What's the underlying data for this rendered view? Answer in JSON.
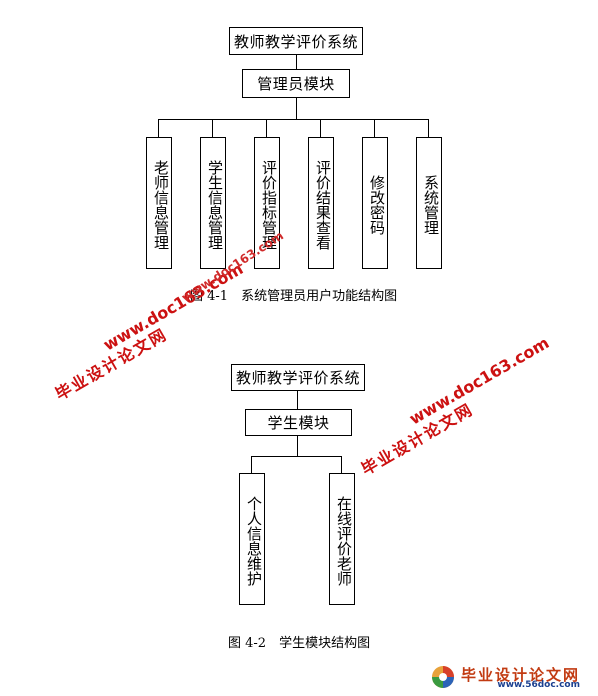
{
  "diagram1": {
    "root": "教师教学评价系统",
    "module": "管理员模块",
    "children": [
      "老师信息管理",
      "学生信息管理",
      "评价指标管理",
      "评价结果查看",
      "修改密码",
      "系统管理"
    ],
    "caption": "图 4-1　系统管理员用户功能结构图"
  },
  "diagram2": {
    "root": "教师教学评价系统",
    "module": "学生模块",
    "children": [
      "个人信息维护",
      "在线评价老师"
    ],
    "caption": "图 4-2　学生模块结构图"
  },
  "watermarks": {
    "cn": "毕业设计论文网",
    "url": "www.doc163.com"
  },
  "footer": {
    "logo_cn": "毕业设计论文网",
    "logo_url": "www.56doc.com"
  },
  "colors": {
    "watermark": "#cc1111",
    "logo_red": "#c23b12",
    "logo_blue": "#1b3f8f"
  }
}
